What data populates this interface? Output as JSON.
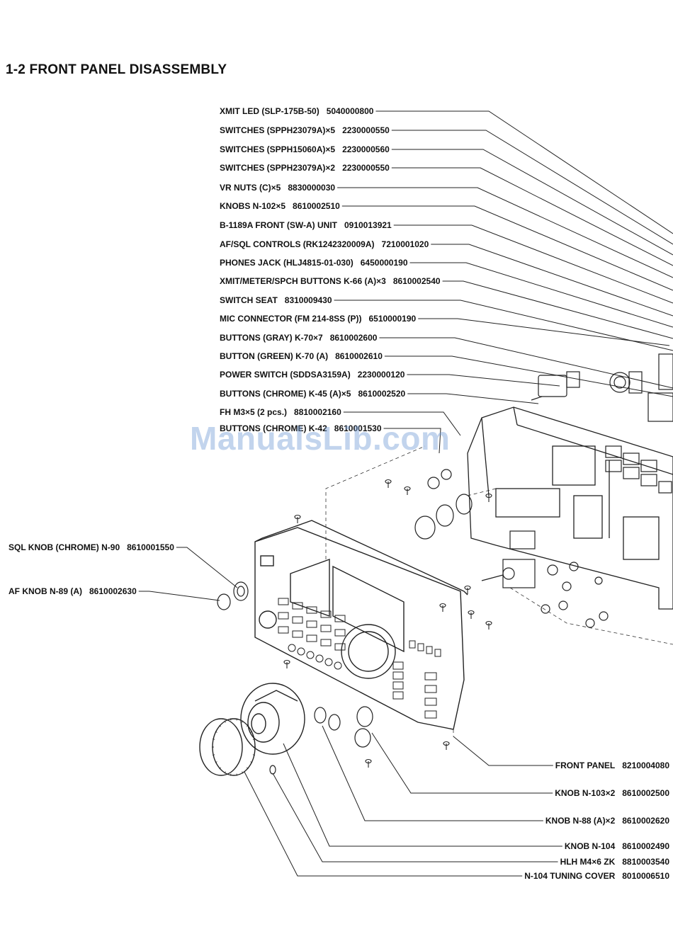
{
  "heading": "1-2 FRONT PANEL DISASSEMBLY",
  "watermark": "ManualsLib.com",
  "callouts_top": [
    {
      "part": "XMIT LED (SLP-175B-50)",
      "code": "5040000800"
    },
    {
      "part": "SWITCHES (SPPH23079A)×5",
      "code": "2230000550"
    },
    {
      "part": "SWITCHES (SPPH15060A)×5",
      "code": "2230000560"
    },
    {
      "part": "SWITCHES (SPPH23079A)×2",
      "code": "2230000550"
    },
    {
      "part": "VR NUTS (C)×5",
      "code": "8830000030"
    },
    {
      "part": "KNOBS N-102×5",
      "code": "8610002510"
    },
    {
      "part": "B-1189A FRONT (SW-A) UNIT",
      "code": "0910013921"
    },
    {
      "part": "AF/SQL CONTROLS (RK1242320009A)",
      "code": "7210001020"
    },
    {
      "part": "PHONES JACK (HLJ4815-01-030)",
      "code": "6450000190"
    },
    {
      "part": "XMIT/METER/SPCH BUTTONS K-66 (A)×3",
      "code": "8610002540"
    },
    {
      "part": "SWITCH SEAT",
      "code": "8310009430"
    },
    {
      "part": "MIC CONNECTOR (FM 214-8SS (P))",
      "code": "6510000190"
    },
    {
      "part": "BUTTONS (GRAY) K-70×7",
      "code": "8610002600"
    },
    {
      "part": "BUTTON (GREEN) K-70 (A)",
      "code": "8610002610"
    },
    {
      "part": "POWER SWITCH (SDDSA3159A)",
      "code": "2230000120"
    },
    {
      "part": "BUTTONS (CHROME) K-45 (A)×5",
      "code": "8610002520"
    },
    {
      "part": "FH M3×5 (2 pcs.)",
      "code": "8810002160"
    },
    {
      "part": "BUTTONS (CHROME) K-42",
      "code": "8610001530"
    }
  ],
  "callouts_left": [
    {
      "part": "SQL KNOB (CHROME) N-90",
      "code": "8610001550"
    },
    {
      "part": "AF KNOB N-89 (A)",
      "code": "8610002630"
    }
  ],
  "callouts_bottom": [
    {
      "part": "FRONT PANEL",
      "code": "8210004080"
    },
    {
      "part": "KNOB N-103×2",
      "code": "8610002500"
    },
    {
      "part": "KNOB N-88 (A)×2",
      "code": "8610002620"
    },
    {
      "part": "KNOB N-104",
      "code": "8610002490"
    },
    {
      "part": "HLH M4×6 ZK",
      "code": "8810003540"
    },
    {
      "part": "N-104 TUNING COVER",
      "code": "8010006510"
    }
  ]
}
